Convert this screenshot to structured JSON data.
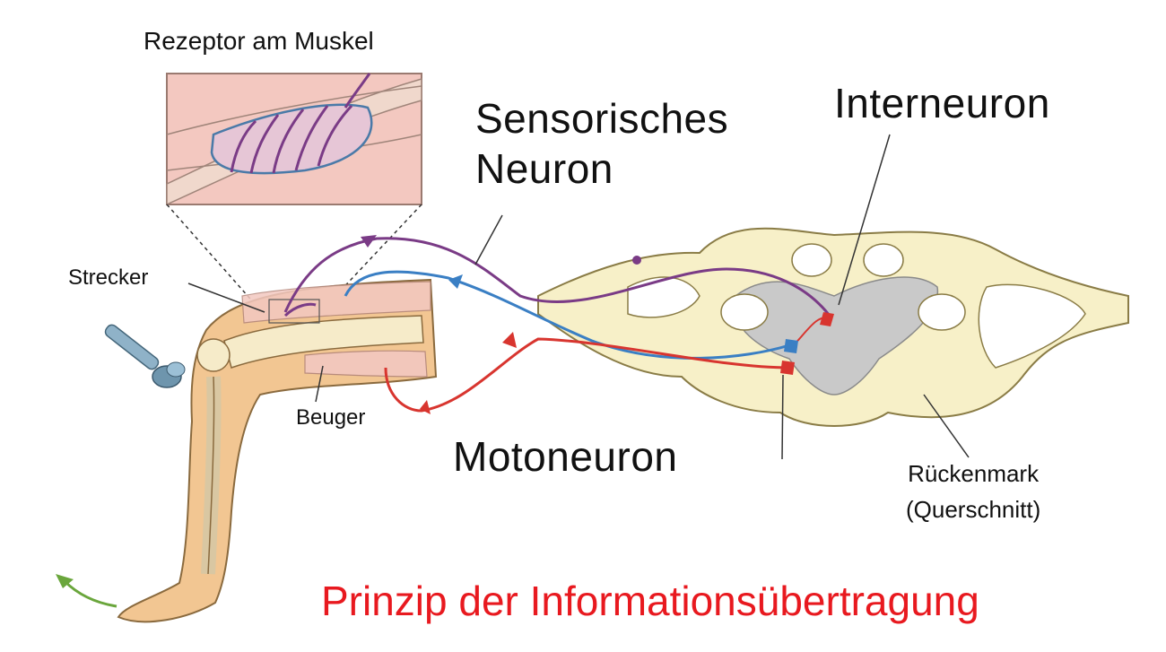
{
  "labels": {
    "receptor": "Rezeptor am Muskel",
    "sensory_line1": "Sensorisches",
    "sensory_line2": "Neuron",
    "interneuron": "Interneuron",
    "extensor": "Strecker",
    "flexor": "Beuger",
    "motoneuron": "Motoneuron",
    "spinal_cord_line1": "Rückenmark",
    "spinal_cord_line2": "(Querschnitt)"
  },
  "title": "Prinzip der Informationsübertragung",
  "colors": {
    "sensory": "#7a3b86",
    "motor": "#d8352f",
    "interneuron_blue": "#3a7fc4",
    "skin": "#f2c692",
    "muscle_pink": "#f3c8c0",
    "bone": "#f6ebc9",
    "spinal_cord": "#f7f0c8",
    "grey_matter": "#c9c9c9",
    "title": "#e8191f",
    "movement_arrow": "#6aa63c",
    "hammer": "#6e95ad"
  },
  "icons": [
    "reflex-hammer-icon",
    "movement-arrow-icon"
  ]
}
